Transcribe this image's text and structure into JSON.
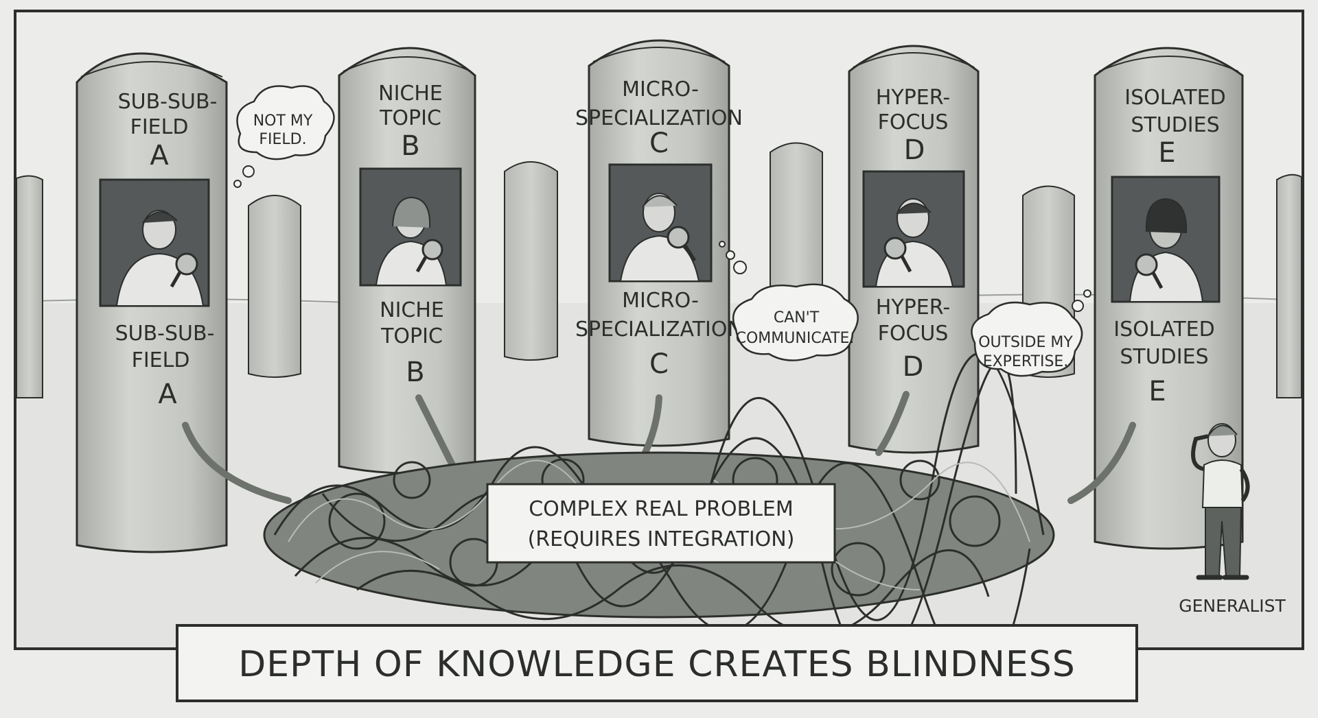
{
  "title": "DEPTH OF KNOWLEDGE CREATES BLINDNESS",
  "problem": {
    "line1": "COMPLEX REAL PROBLEM",
    "line2": "(REQUIRES INTEGRATION)"
  },
  "generalist_label": "GENERALIST",
  "towers": [
    {
      "top": [
        "SUB-SUB-",
        "FIELD",
        "A"
      ],
      "bottom": [
        "SUB-SUB-",
        "FIELD",
        "A"
      ]
    },
    {
      "top": [
        "NICHE",
        "TOPIC",
        "B"
      ],
      "bottom": [
        "NICHE",
        "TOPIC",
        "B"
      ]
    },
    {
      "top": [
        "MICRO-",
        "SPECIALIZATION",
        "C"
      ],
      "bottom": [
        "MICRO-",
        "SPECIALIZATION",
        "C"
      ]
    },
    {
      "top": [
        "HYPER-",
        "FOCUS",
        "D"
      ],
      "bottom": [
        "HYPER-",
        "FOCUS",
        "D"
      ]
    },
    {
      "top": [
        "ISOLATED",
        "STUDIES",
        "E"
      ],
      "bottom": [
        "ISOLATED",
        "STUDIES",
        "E"
      ]
    }
  ],
  "thoughts": [
    {
      "lines": [
        "NOT MY",
        "FIELD."
      ]
    },
    {
      "lines": [
        "CAN'T",
        "COMMUNICATE."
      ]
    },
    {
      "lines": [
        "OUTSIDE MY",
        "EXPERTISE."
      ]
    }
  ],
  "colors": {
    "background": "#ecedea",
    "ink": "#2c2e2c",
    "tower": "#c9cbc7",
    "tower_shade": "#a9aca7",
    "window": "#55595a",
    "tangle": "#6d726d"
  },
  "icons": [
    "magnifying-glass-icon",
    "thought-bubble-icon",
    "scientist-figure",
    "generalist-figure"
  ]
}
